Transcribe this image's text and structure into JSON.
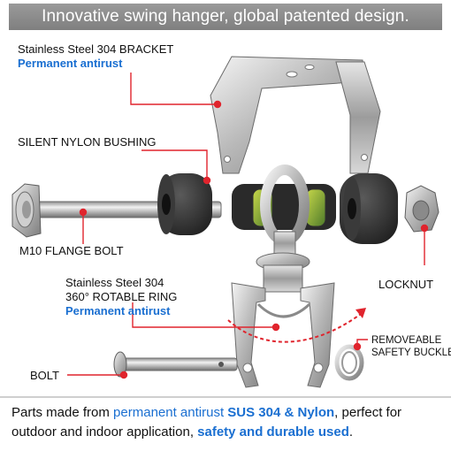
{
  "banner": {
    "title": "Innovative swing hanger, global patented design."
  },
  "callouts": {
    "bracket_line1": "Stainless Steel 304 BRACKET",
    "bracket_line2": "Permanent antirust",
    "bushing": "SILENT NYLON BUSHING",
    "flange_bolt": "M10 FLANGE BOLT",
    "locknut": "LOCKNUT",
    "ring_line1": "Stainless Steel 304",
    "ring_line2": "360° ROTABLE RING",
    "ring_line3": "Permanent antirust",
    "buckle_line1": "REMOVEABLE",
    "buckle_line2": "SAFETY BUCKLE",
    "bolt": "BOLT"
  },
  "footer": {
    "part1": "Parts made from ",
    "part2": "permanent antirust ",
    "part3": "SUS 304 & Nylon",
    "part4": ", perfect for outdoor and indoor application, ",
    "part5": "safety and durable used",
    "part6": "."
  },
  "colors": {
    "accent_blue": "#1a6fd1",
    "callout_red": "#e0242d",
    "banner_gray": "#8a8a8a"
  }
}
